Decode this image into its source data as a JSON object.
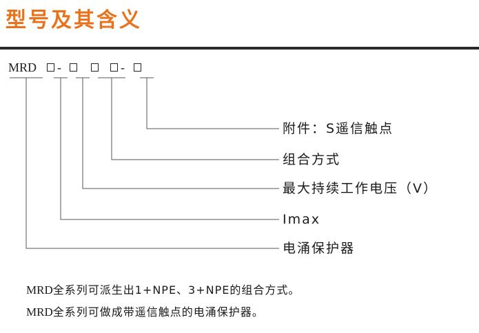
{
  "heading": "型号及其含义",
  "model_code": {
    "prefix": "MRD",
    "separator_1": "-",
    "separator_2": "-"
  },
  "labels": {
    "accessory": "附件：S遥信触点",
    "combination": "组合方式",
    "voltage": "最大持续工作电压（V）",
    "imax": "Imax",
    "device": "电涌保护器"
  },
  "notes": {
    "line1_prefix": "MRD",
    "line1_text": "全系列可派生出1+NPE、3+NPE的组合方式。",
    "line2_prefix": "MRD",
    "line2_text": "全系列可做成带遥信触点的电涌保护器。"
  },
  "colors": {
    "heading": "#e8731c",
    "rule": "#2a2a2a",
    "text": "#1a1a1a"
  }
}
